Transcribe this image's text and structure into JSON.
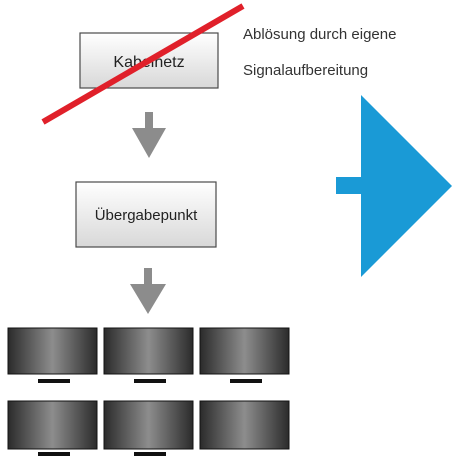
{
  "diagram": {
    "boxes": {
      "kabelnetz": {
        "label": "Kabelnetz",
        "crossed_out": true
      },
      "uebergabepunkt": {
        "label": "Übergabepunkt"
      }
    },
    "caption": {
      "line1": "Ablösung durch eigene",
      "line2": "Signalaufbereitung"
    },
    "screens": {
      "rows": 2,
      "columns": 3
    },
    "colors": {
      "box_border": "#4a4a4a",
      "box_fill_top": "#ffffff",
      "box_fill_bottom": "#d8d8d8",
      "flow_arrow": "#8c8c8c",
      "cross_line": "#e0202a",
      "big_arrow": "#1a9ad6",
      "screen_dark": "#2b2b2b",
      "screen_light": "#8d8d8d",
      "text": "#222222",
      "caption_text": "#333333"
    }
  }
}
